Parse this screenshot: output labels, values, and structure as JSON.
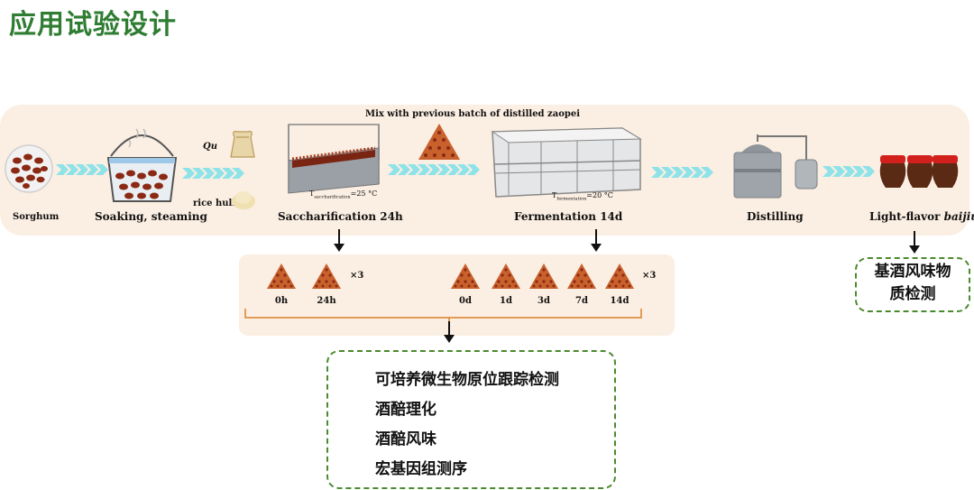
{
  "title": "应用试验设计",
  "mix_label": "Mix with previous batch of distilled zaopei",
  "stages": {
    "sorghum": "Sorghum",
    "soaking": "Soaking, steaming",
    "saccharification": "Saccharification  24h",
    "fermentation": "Fermentation  14d",
    "distilling": "Distilling",
    "light_flavor_prefix": "Light-flavor ",
    "light_flavor_italic": "baijiu"
  },
  "ingredients": {
    "qu": "Qu",
    "rice_hull": "rice hull"
  },
  "temps": {
    "sacch_T": "T",
    "sacch_sub": "saccharification",
    "sacch_val": "=25 °C",
    "ferm_T": "T",
    "ferm_sub": "fermentation",
    "ferm_val": "=20 °C"
  },
  "sampling": {
    "sacch_points": [
      "0h",
      "24h"
    ],
    "ferm_points": [
      "0d",
      "1d",
      "3d",
      "7d",
      "14d"
    ],
    "replicates": "×3"
  },
  "base_liquor_box": {
    "line1": "基酒风味物",
    "line2": "质检测"
  },
  "analyses": [
    "可培养微生物原位跟踪检测",
    "酒醅理化",
    "酒醅风味",
    "宏基因组测序"
  ]
}
